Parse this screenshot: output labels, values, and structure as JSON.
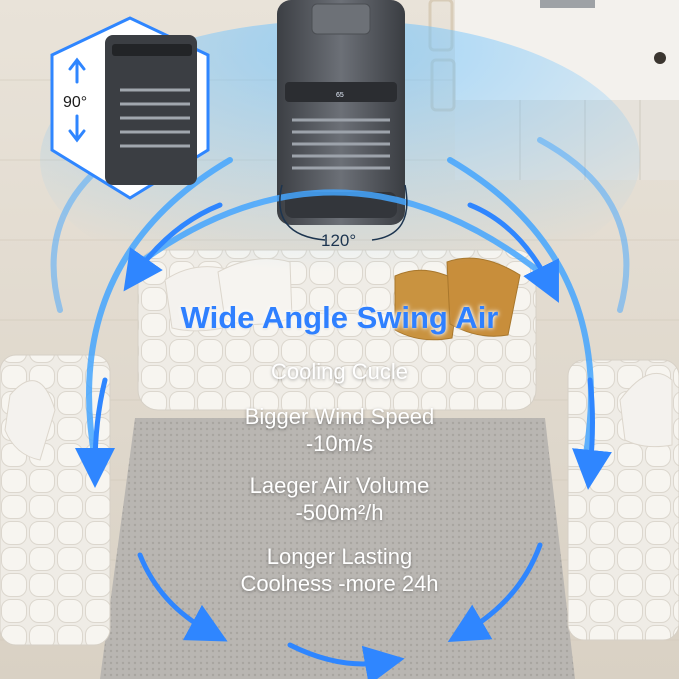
{
  "headline": "Wide Angle Swing Air",
  "features": {
    "line1": "Cooling Cucle",
    "line2a": "Bigger Wind Speed",
    "line2b": "-10m/s",
    "line3a": "Laeger Air Volume",
    "line3b": "-500m²/h",
    "line4a": "Longer Lasting",
    "line4b": "Coolness -more 24h"
  },
  "angles": {
    "horizontal": "120°",
    "vertical": "90°"
  },
  "device_display": "65",
  "colors": {
    "accent_blue": "#2f80ff",
    "airflow_blue": "#3aa0ff"
  }
}
